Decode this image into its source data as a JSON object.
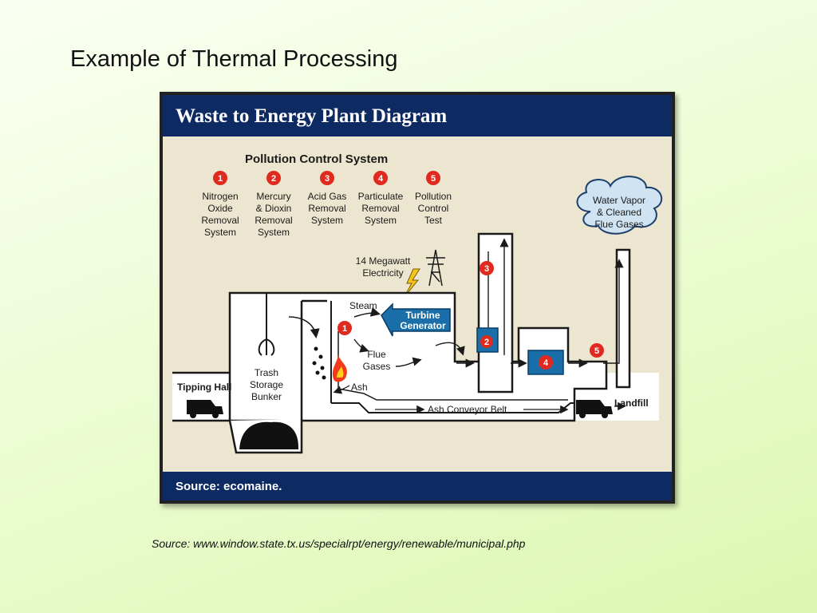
{
  "slide": {
    "title": "Example of Thermal Processing",
    "source_caption": "Source: www.window.state.tx.us/specialrpt/energy/renewable/municipal.php"
  },
  "diagram": {
    "header_title": "Waste to Energy Plant Diagram",
    "footer_source": "Source: ecomaine.",
    "pollution_control_title": "Pollution Control System",
    "pollution_steps": [
      {
        "number": "1",
        "lines": [
          "Nitrogen",
          "Oxide",
          "Removal",
          "System"
        ]
      },
      {
        "number": "2",
        "lines": [
          "Mercury",
          "& Dioxin",
          "Removal",
          "System"
        ]
      },
      {
        "number": "3",
        "lines": [
          "Acid Gas",
          "Removal",
          "System"
        ]
      },
      {
        "number": "4",
        "lines": [
          "Particulate",
          "Removal",
          "System"
        ]
      },
      {
        "number": "5",
        "lines": [
          "Pollution",
          "Control",
          "Test"
        ]
      }
    ],
    "labels": {
      "electricity": [
        "14 Megawatt",
        "Electricity"
      ],
      "water_vapor": [
        "Water Vapor",
        "& Cleaned",
        "Flue Gases"
      ],
      "steam": "Steam",
      "turbine": [
        "Turbine",
        "Generator"
      ],
      "flue_gases": [
        "Flue",
        "Gases"
      ],
      "trash_storage": [
        "Trash",
        "Storage",
        "Bunker"
      ],
      "tipping_hall": "Tipping Hall",
      "ash": "Ash",
      "ash_conveyor": "Ash Conveyor Belt",
      "landfill": "Landfill"
    },
    "colors": {
      "header_navy": "#0d2a63",
      "panel_beige": "#ece5cf",
      "marker_red": "#e02a1f",
      "turbine_blue": "#1a6fa8"
    }
  }
}
